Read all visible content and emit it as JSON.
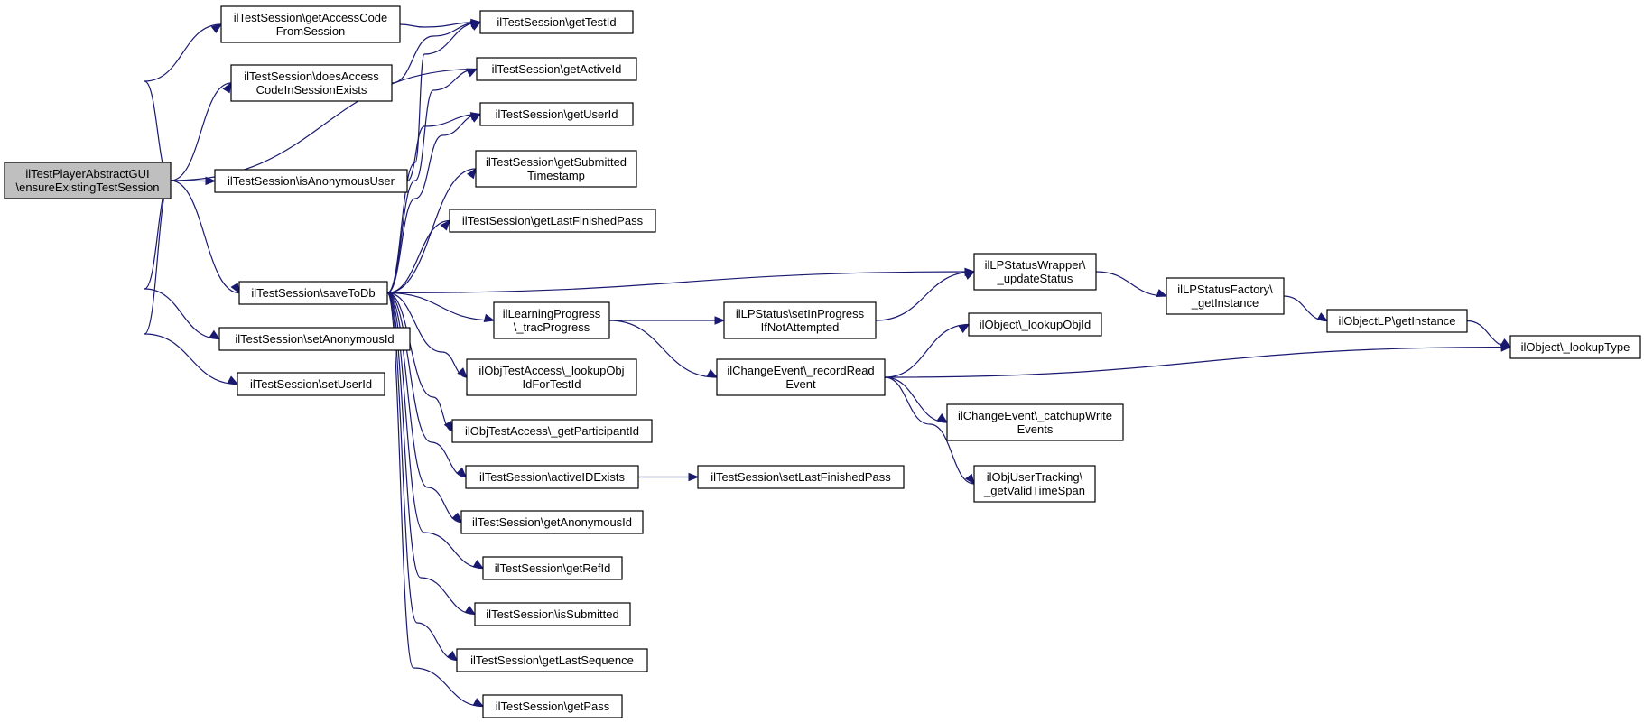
{
  "diagram": {
    "type": "call-graph",
    "colors": {
      "edge": "#191970",
      "root_fill": "#bfbfbf",
      "node_fill": "#ffffff",
      "border": "#000000"
    },
    "nodes": [
      {
        "id": "root",
        "lines": [
          "ilTestPlayerAbstractGUI",
          "\\ensureExistingTestSession"
        ],
        "root": true
      },
      {
        "id": "getAccessCode",
        "lines": [
          "ilTestSession\\getAccessCode",
          "FromSession"
        ]
      },
      {
        "id": "doesAccess",
        "lines": [
          "ilTestSession\\doesAccess",
          "CodeInSessionExists"
        ]
      },
      {
        "id": "isAnonymous",
        "lines": [
          "ilTestSession\\isAnonymousUser"
        ]
      },
      {
        "id": "saveToDb",
        "lines": [
          "ilTestSession\\saveToDb"
        ]
      },
      {
        "id": "setAnonymousId",
        "lines": [
          "ilTestSession\\setAnonymousId"
        ]
      },
      {
        "id": "setUserId",
        "lines": [
          "ilTestSession\\setUserId"
        ]
      },
      {
        "id": "getTestId",
        "lines": [
          "ilTestSession\\getTestId"
        ]
      },
      {
        "id": "getActiveId",
        "lines": [
          "ilTestSession\\getActiveId"
        ]
      },
      {
        "id": "getUserId",
        "lines": [
          "ilTestSession\\getUserId"
        ]
      },
      {
        "id": "getSubmitted",
        "lines": [
          "ilTestSession\\getSubmitted",
          "Timestamp"
        ]
      },
      {
        "id": "getLastFinished",
        "lines": [
          "ilTestSession\\getLastFinishedPass"
        ]
      },
      {
        "id": "tracProgress",
        "lines": [
          "ilLearningProgress",
          "\\_tracProgress"
        ]
      },
      {
        "id": "lookupObjIdForTestId",
        "lines": [
          "ilObjTestAccess\\_lookupObj",
          "IdForTestId"
        ]
      },
      {
        "id": "getParticipantId",
        "lines": [
          "ilObjTestAccess\\_getParticipantId"
        ]
      },
      {
        "id": "activeIDExists",
        "lines": [
          "ilTestSession\\activeIDExists"
        ]
      },
      {
        "id": "getAnonymousId",
        "lines": [
          "ilTestSession\\getAnonymousId"
        ]
      },
      {
        "id": "getRefId",
        "lines": [
          "ilTestSession\\getRefId"
        ]
      },
      {
        "id": "isSubmitted",
        "lines": [
          "ilTestSession\\isSubmitted"
        ]
      },
      {
        "id": "getLastSequence",
        "lines": [
          "ilTestSession\\getLastSequence"
        ]
      },
      {
        "id": "getPass",
        "lines": [
          "ilTestSession\\getPass"
        ]
      },
      {
        "id": "setInProgress",
        "lines": [
          "ilLPStatus\\setInProgress",
          "IfNotAttempted"
        ]
      },
      {
        "id": "recordRead",
        "lines": [
          "ilChangeEvent\\_recordRead",
          "Event"
        ]
      },
      {
        "id": "setLastFinishedPass",
        "lines": [
          "ilTestSession\\setLastFinishedPass"
        ]
      },
      {
        "id": "updateStatus",
        "lines": [
          "ilLPStatusWrapper\\",
          "_updateStatus"
        ]
      },
      {
        "id": "lookupObjId",
        "lines": [
          "ilObject\\_lookupObjId"
        ]
      },
      {
        "id": "catchupWrite",
        "lines": [
          "ilChangeEvent\\_catchupWrite",
          "Events"
        ]
      },
      {
        "id": "getValidTimeSpan",
        "lines": [
          "ilObjUserTracking\\",
          "_getValidTimeSpan"
        ]
      },
      {
        "id": "lpFactory",
        "lines": [
          "ilLPStatusFactory\\",
          "_getInstance"
        ]
      },
      {
        "id": "objectLP",
        "lines": [
          "ilObjectLP\\getInstance"
        ]
      },
      {
        "id": "lookupType",
        "lines": [
          "ilObject\\_lookupType"
        ]
      }
    ],
    "edges": [
      [
        "root",
        "getAccessCode"
      ],
      [
        "root",
        "doesAccess"
      ],
      [
        "root",
        "getActiveId"
      ],
      [
        "root",
        "isAnonymous"
      ],
      [
        "root",
        "saveToDb"
      ],
      [
        "root",
        "setAnonymousId"
      ],
      [
        "root",
        "setUserId"
      ],
      [
        "getAccessCode",
        "getTestId"
      ],
      [
        "doesAccess",
        "getTestId"
      ],
      [
        "isAnonymous",
        "getUserId"
      ],
      [
        "saveToDb",
        "getTestId"
      ],
      [
        "saveToDb",
        "getActiveId"
      ],
      [
        "saveToDb",
        "getUserId"
      ],
      [
        "saveToDb",
        "getSubmitted"
      ],
      [
        "saveToDb",
        "getLastFinished"
      ],
      [
        "saveToDb",
        "updateStatus"
      ],
      [
        "saveToDb",
        "tracProgress"
      ],
      [
        "saveToDb",
        "lookupObjIdForTestId"
      ],
      [
        "saveToDb",
        "getParticipantId"
      ],
      [
        "saveToDb",
        "activeIDExists"
      ],
      [
        "saveToDb",
        "getAnonymousId"
      ],
      [
        "saveToDb",
        "getRefId"
      ],
      [
        "saveToDb",
        "isSubmitted"
      ],
      [
        "saveToDb",
        "getLastSequence"
      ],
      [
        "saveToDb",
        "getPass"
      ],
      [
        "tracProgress",
        "setInProgress"
      ],
      [
        "tracProgress",
        "recordRead"
      ],
      [
        "activeIDExists",
        "setLastFinishedPass"
      ],
      [
        "setInProgress",
        "updateStatus"
      ],
      [
        "recordRead",
        "lookupObjId"
      ],
      [
        "recordRead",
        "lookupType"
      ],
      [
        "recordRead",
        "catchupWrite"
      ],
      [
        "recordRead",
        "getValidTimeSpan"
      ],
      [
        "updateStatus",
        "lpFactory"
      ],
      [
        "lpFactory",
        "objectLP"
      ],
      [
        "objectLP",
        "lookupType"
      ]
    ]
  }
}
